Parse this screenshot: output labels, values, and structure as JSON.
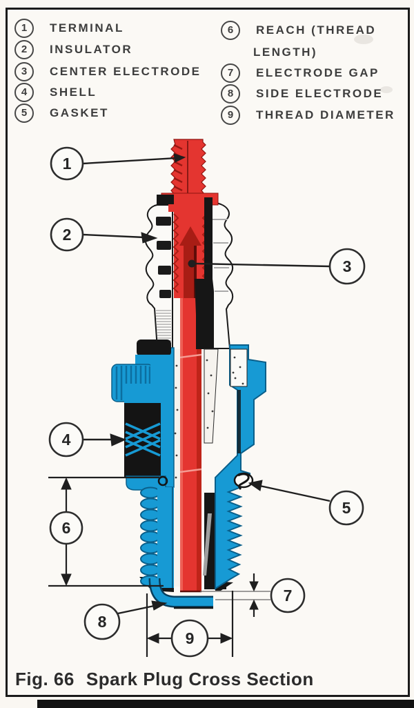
{
  "legend": {
    "items": [
      {
        "num": "1",
        "label": "TERMINAL"
      },
      {
        "num": "2",
        "label": "INSULATOR"
      },
      {
        "num": "3",
        "label": "CENTER ELECTRODE"
      },
      {
        "num": "4",
        "label": "SHELL"
      },
      {
        "num": "5",
        "label": "GASKET"
      },
      {
        "num": "6",
        "label": "REACH (THREAD",
        "label2": "LENGTH)"
      },
      {
        "num": "7",
        "label": "ELECTRODE GAP"
      },
      {
        "num": "8",
        "label": "SIDE ELECTRODE"
      },
      {
        "num": "9",
        "label": "THREAD DIAMETER"
      }
    ]
  },
  "diagram": {
    "callouts": [
      {
        "num": "1",
        "target": "terminal"
      },
      {
        "num": "2",
        "target": "insulator"
      },
      {
        "num": "3",
        "target": "center-electrode"
      },
      {
        "num": "4",
        "target": "shell"
      },
      {
        "num": "5",
        "target": "gasket"
      },
      {
        "num": "6",
        "target": "reach-thread-length"
      },
      {
        "num": "7",
        "target": "electrode-gap"
      },
      {
        "num": "8",
        "target": "side-electrode"
      },
      {
        "num": "9",
        "target": "thread-diameter"
      }
    ],
    "colors": {
      "electrode_red": "#e43530",
      "shell_blue": "#179ad4",
      "ink": "#1c1c1c",
      "paper": "#fbf9f5"
    }
  },
  "caption": {
    "fig": "Fig. 66",
    "title": "Spark Plug Cross Section"
  }
}
